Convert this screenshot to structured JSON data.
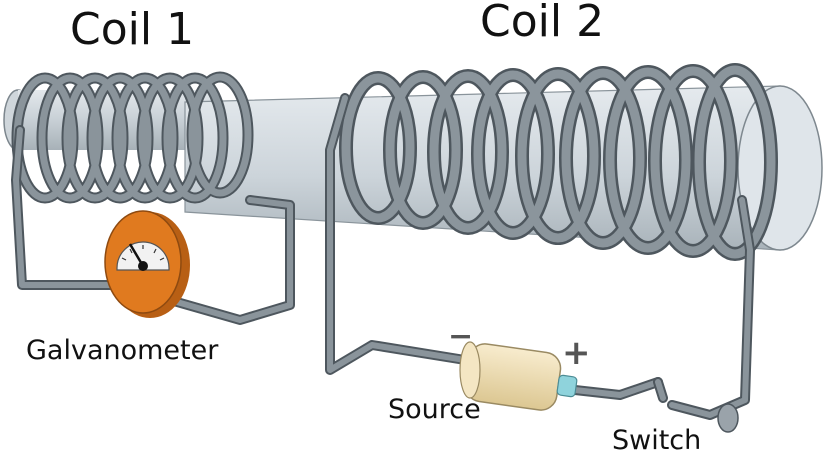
{
  "labels": {
    "coil1": "Coil 1",
    "coil2": "Coil 2",
    "galvanometer": "Galvanometer",
    "source": "Source",
    "switch": "Switch",
    "minus": "−",
    "plus": "+"
  },
  "colors": {
    "wire": "#7b858d",
    "wire_dark": "#4a535a",
    "core": "#c9d2d8",
    "core_end": "#dfe5ea",
    "galvanometer_body": "#e07a1f",
    "galvanometer_face": "#f2f2f2",
    "battery": "#f3e2b8",
    "battery_terminal": "#8fd3dc"
  },
  "icons": [
    "galvanometer-icon",
    "battery-icon",
    "switch-icon",
    "coil-icon"
  ]
}
